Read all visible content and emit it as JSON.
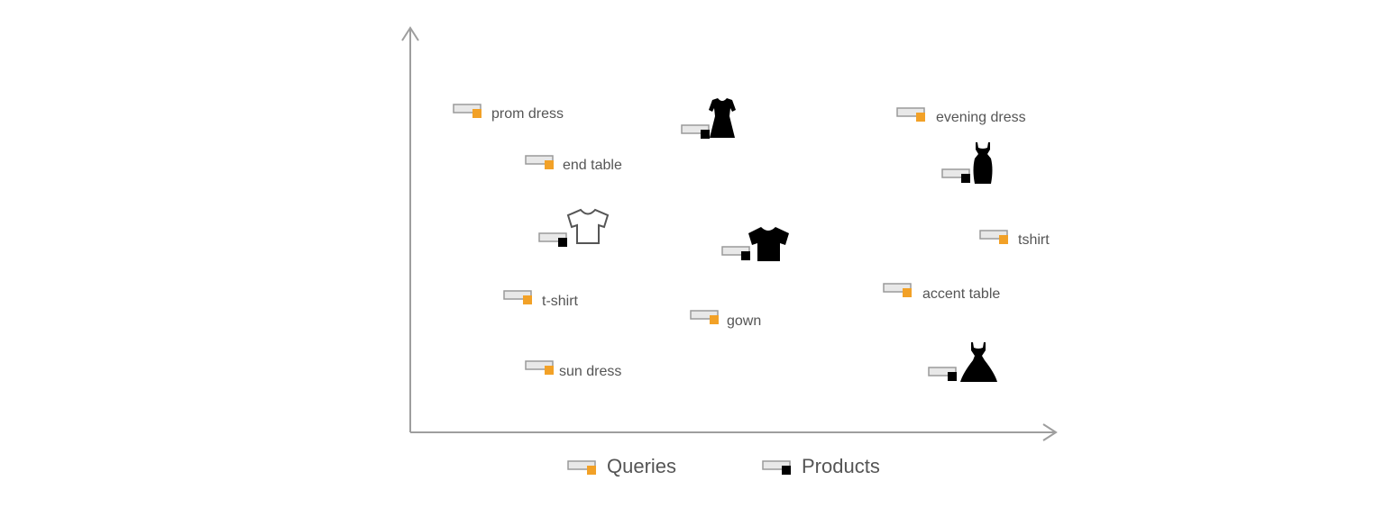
{
  "colors": {
    "axis": "#999999",
    "query_marker": "#f2a127",
    "product_marker": "#000000",
    "vector_fill": "#e8e8e8",
    "vector_stroke": "#9a9a9a",
    "label_text": "#555555"
  },
  "queries": [
    {
      "label": "prom dress"
    },
    {
      "label": "end table"
    },
    {
      "label": "evening dress"
    },
    {
      "label": "tshirt"
    },
    {
      "label": "t-shirt"
    },
    {
      "label": "gown"
    },
    {
      "label": "accent table"
    },
    {
      "label": "sun dress"
    }
  ],
  "products": [
    {
      "icon": "dress-icon",
      "style": "filled"
    },
    {
      "icon": "evening-dress-icon",
      "style": "filled"
    },
    {
      "icon": "tshirt-icon",
      "style": "outline"
    },
    {
      "icon": "tshirt-icon",
      "style": "filled"
    },
    {
      "icon": "cocktail-dress-icon",
      "style": "filled"
    }
  ],
  "legend": {
    "queries_label": "Queries",
    "products_label": "Products"
  }
}
